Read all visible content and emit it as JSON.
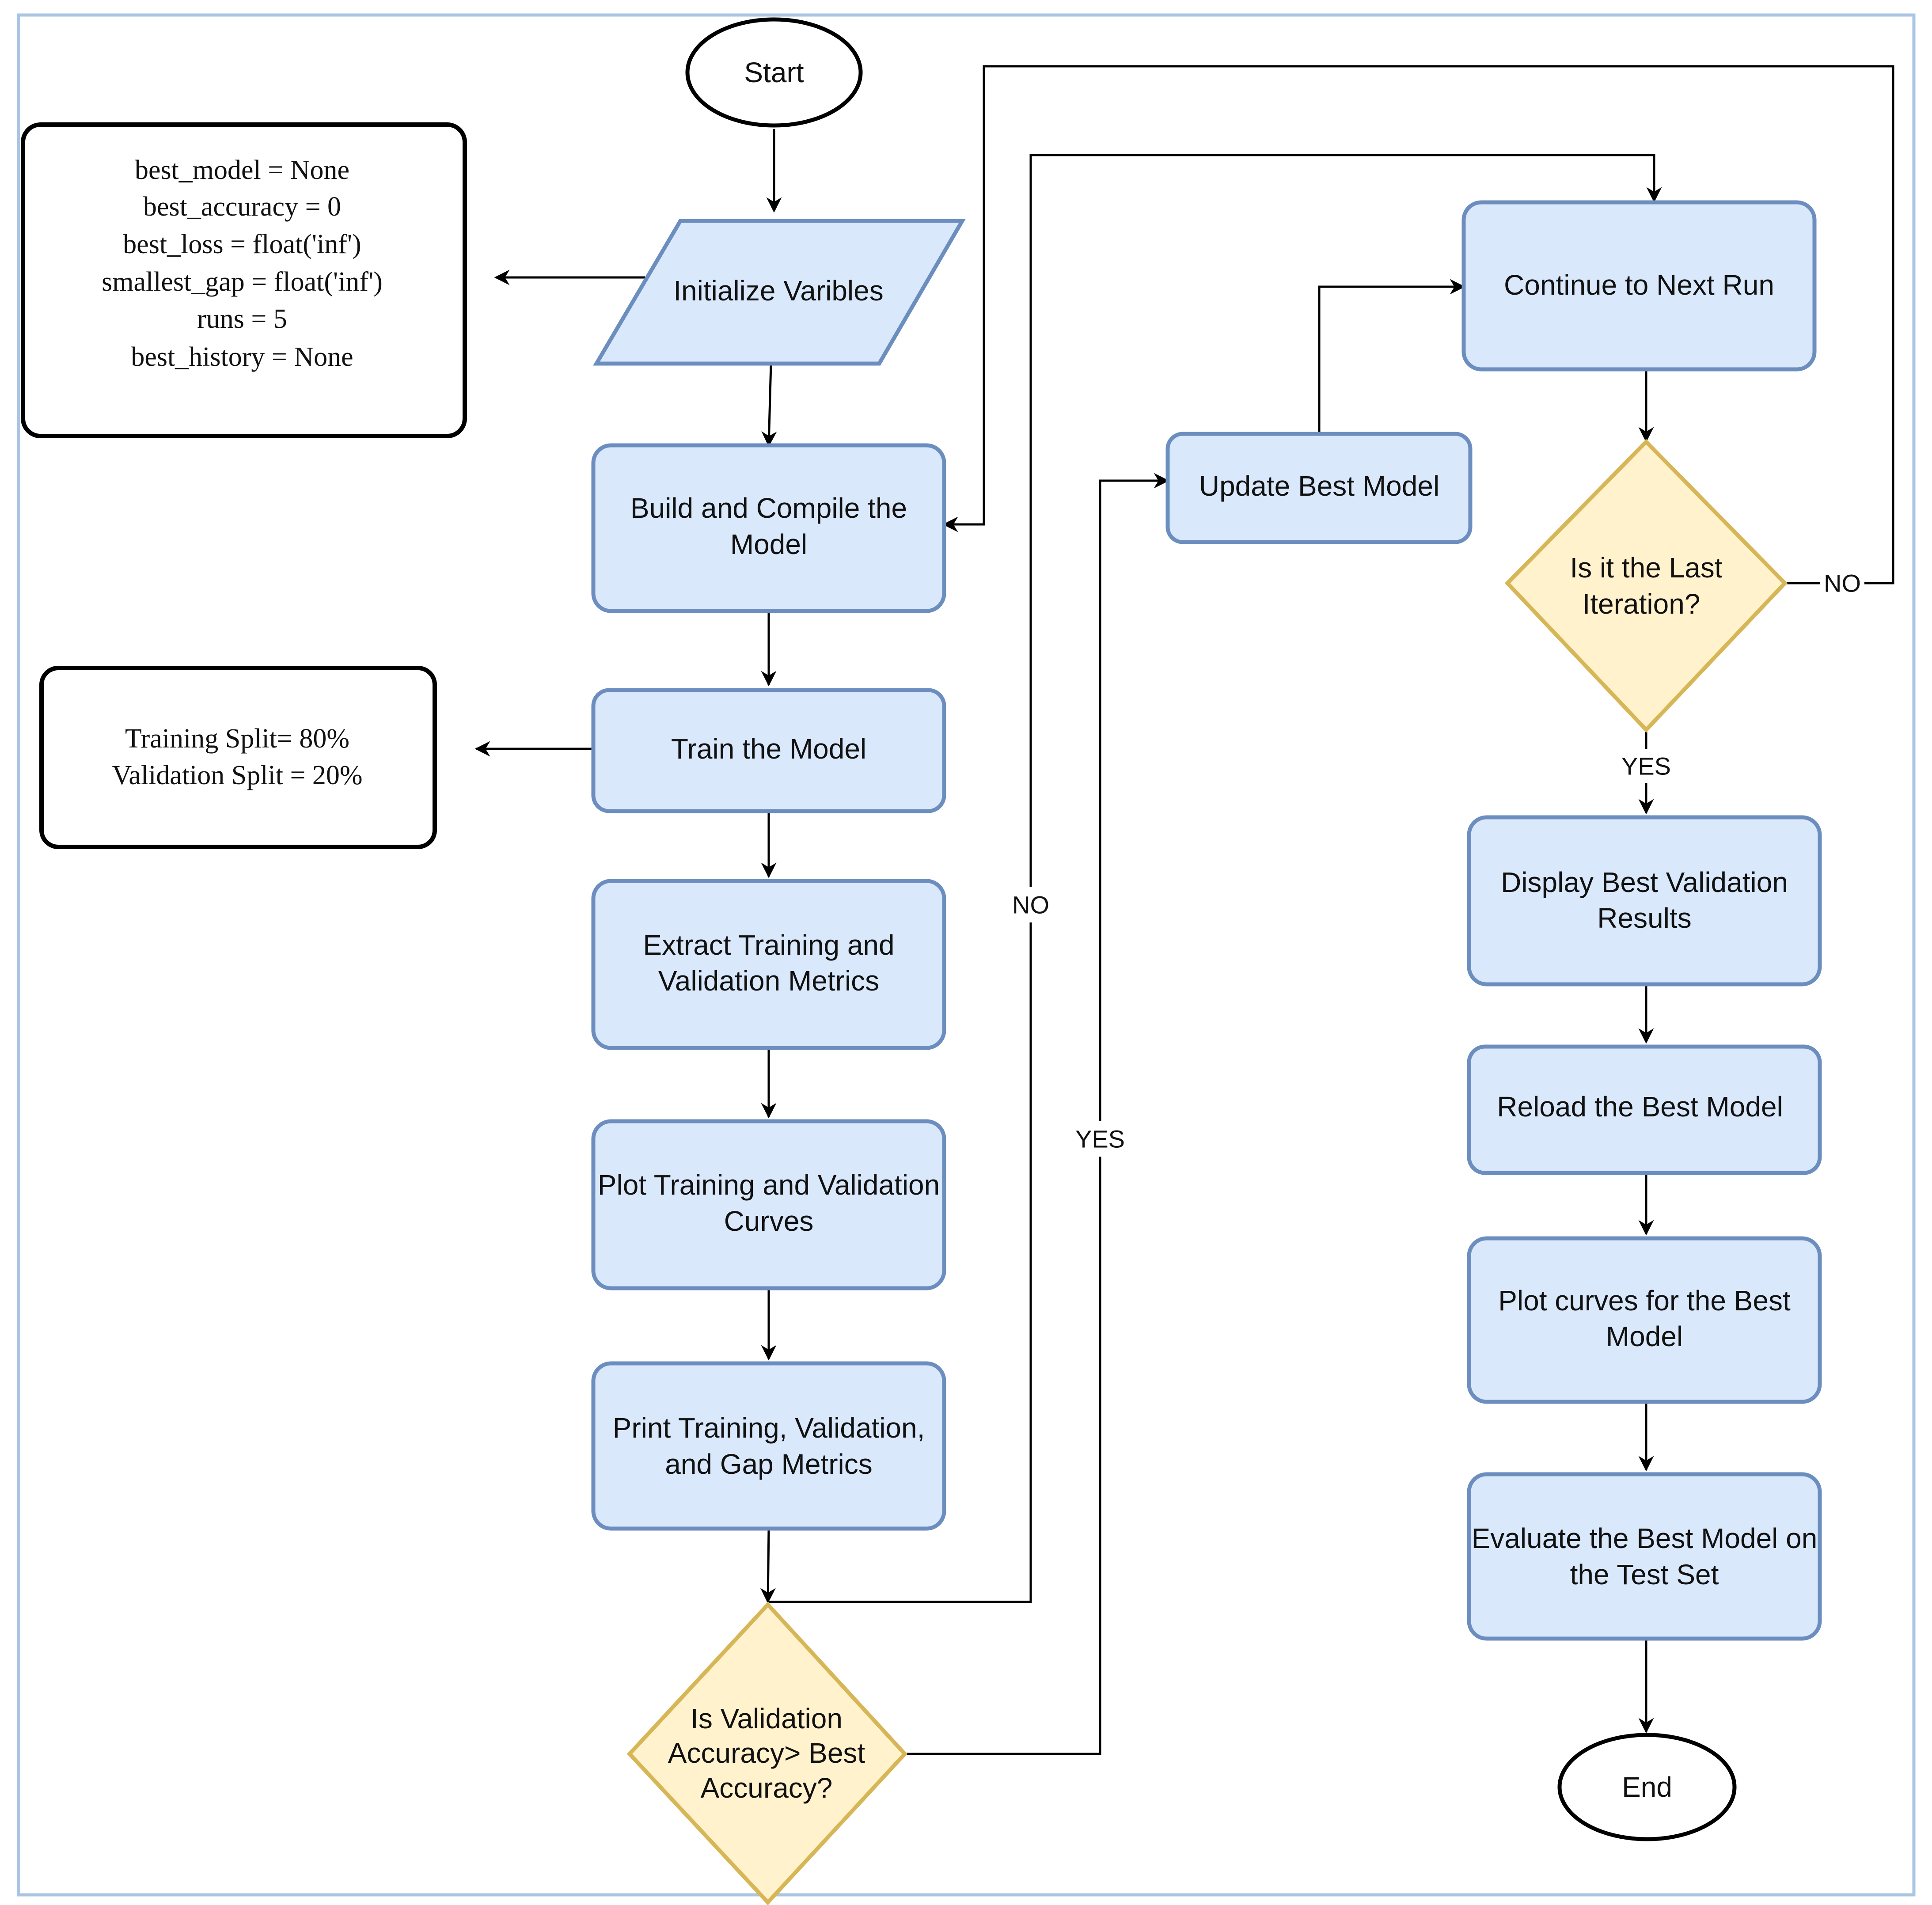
{
  "nodes": {
    "start": "Start",
    "init": "Initialize Varibles",
    "build": [
      "Build and Compile the",
      "Model"
    ],
    "train": "Train the Model",
    "extract": [
      "Extract Training and",
      "Validation Metrics"
    ],
    "plot": [
      "Plot Training and Validation",
      "Curves"
    ],
    "print": [
      "Print Training, Validation,",
      "and Gap Metrics"
    ],
    "decision_val": [
      "Is Validation",
      "Accuracy> Best",
      "Accuracy?"
    ],
    "update": "Update Best Model",
    "continue": "Continue to Next Run",
    "decision_last": [
      "Is it the Last",
      "Iteration?"
    ],
    "display": [
      "Display Best Validation",
      "Results"
    ],
    "reload": "Reload the Best Model",
    "plot_best": [
      "Plot curves for the Best",
      "Model"
    ],
    "evaluate": [
      "Evaluate the Best Model on",
      "the Test Set"
    ],
    "end": "End"
  },
  "notes": {
    "variables": [
      "best_model = None",
      "best_accuracy = 0",
      "best_loss = float('inf')",
      "smallest_gap = float('inf')",
      "runs = 5",
      "best_history = None"
    ],
    "split": [
      "Training Split= 80%",
      "Validation Split = 20%"
    ]
  },
  "edge_labels": {
    "val_no": "NO",
    "val_yes": "YES",
    "last_no": "NO",
    "last_yes": "YES"
  },
  "colors": {
    "process_fill": "#dae8fc",
    "process_stroke": "#6c8ebf",
    "decision_fill": "#fff2cc",
    "decision_stroke": "#d6b656",
    "frame": "#aac4e3"
  }
}
